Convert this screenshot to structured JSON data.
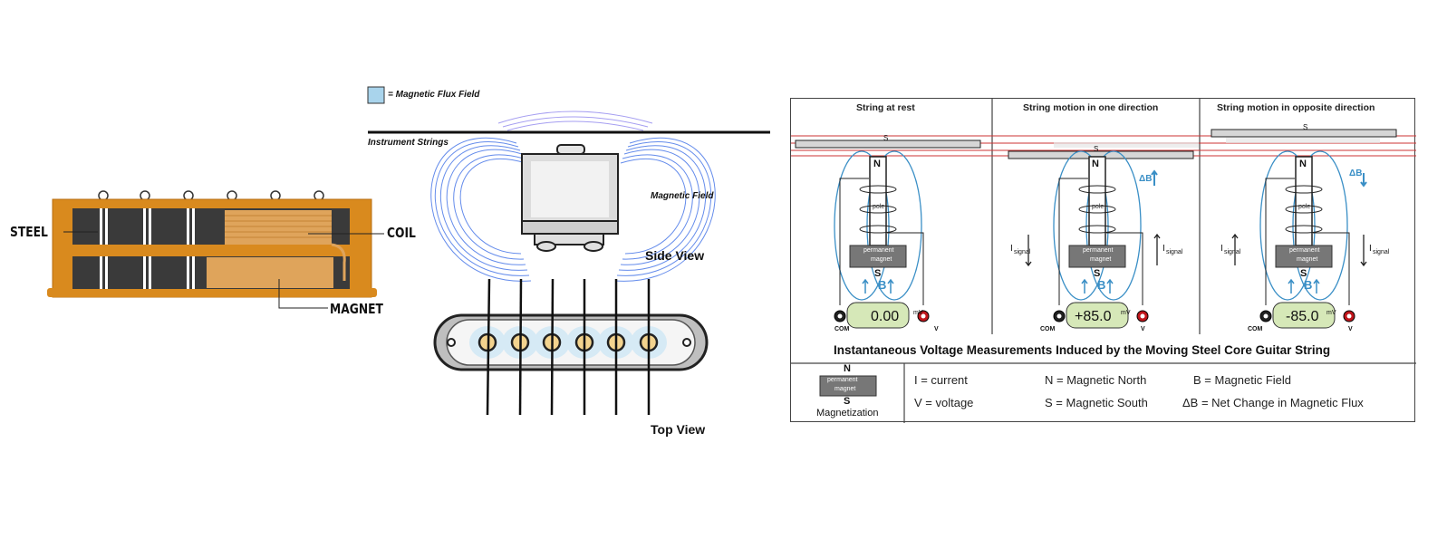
{
  "pickup_cutaway": {
    "labels": {
      "steel": "STEEL",
      "coil": "COIL",
      "magnet": "MAGNET"
    }
  },
  "flux_diagram": {
    "legend": "= Magnetic Flux Field",
    "strings_label": "Instrument Strings",
    "field_label": "Magnetic Field",
    "side_view": "Side View",
    "top_view": "Top View"
  },
  "measurement_figure": {
    "columns": [
      {
        "title": "String at rest",
        "reading": "0.00",
        "delta_b": ""
      },
      {
        "title": "String motion in one direction",
        "reading": "+85.0",
        "delta_b": "ΔB"
      },
      {
        "title": "String motion in opposite direction",
        "reading": "-85.0",
        "delta_b": "ΔB"
      }
    ],
    "string_label": "S",
    "north": "N",
    "south": "S",
    "pole_label": "pole",
    "magnet_label_1": "permanent",
    "magnet_label_2": "magnet",
    "unit": "mV",
    "com_label": "COM",
    "v_label": "V",
    "b_label": "B",
    "signal_I": "I",
    "signal_sub": "signal",
    "caption": "Instantaneous Voltage Measurements Induced by the Moving Steel Core Guitar String",
    "legend": {
      "north": "N",
      "south": "S",
      "magnet_1": "permanent",
      "magnet_2": "magnet",
      "magnetization": "Magnetization",
      "items": [
        "I = current",
        "N = Magnetic North",
        "B = Magnetic Field",
        "V = voltage",
        "S = Magnetic South",
        "ΔB = Net Change in Magnetic Flux"
      ]
    }
  },
  "colors": {
    "pickup_frame": "#d98a1e",
    "pickup_coil": "#dfa45b",
    "steel_dark": "#3a3a3a",
    "flux_blue": "#4a78e8",
    "field_line_blue": "#3a8fc6",
    "meter_green": "#d6e8b8",
    "terminal_red": "#c0161c",
    "string_red": "#c33"
  }
}
